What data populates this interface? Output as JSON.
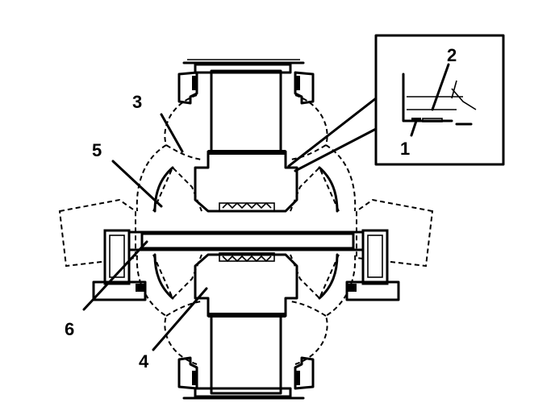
{
  "labels": {
    "inset_1": "1",
    "inset_2": "2",
    "part_3": "3",
    "part_4": "4",
    "part_5": "5",
    "part_6": "6"
  }
}
